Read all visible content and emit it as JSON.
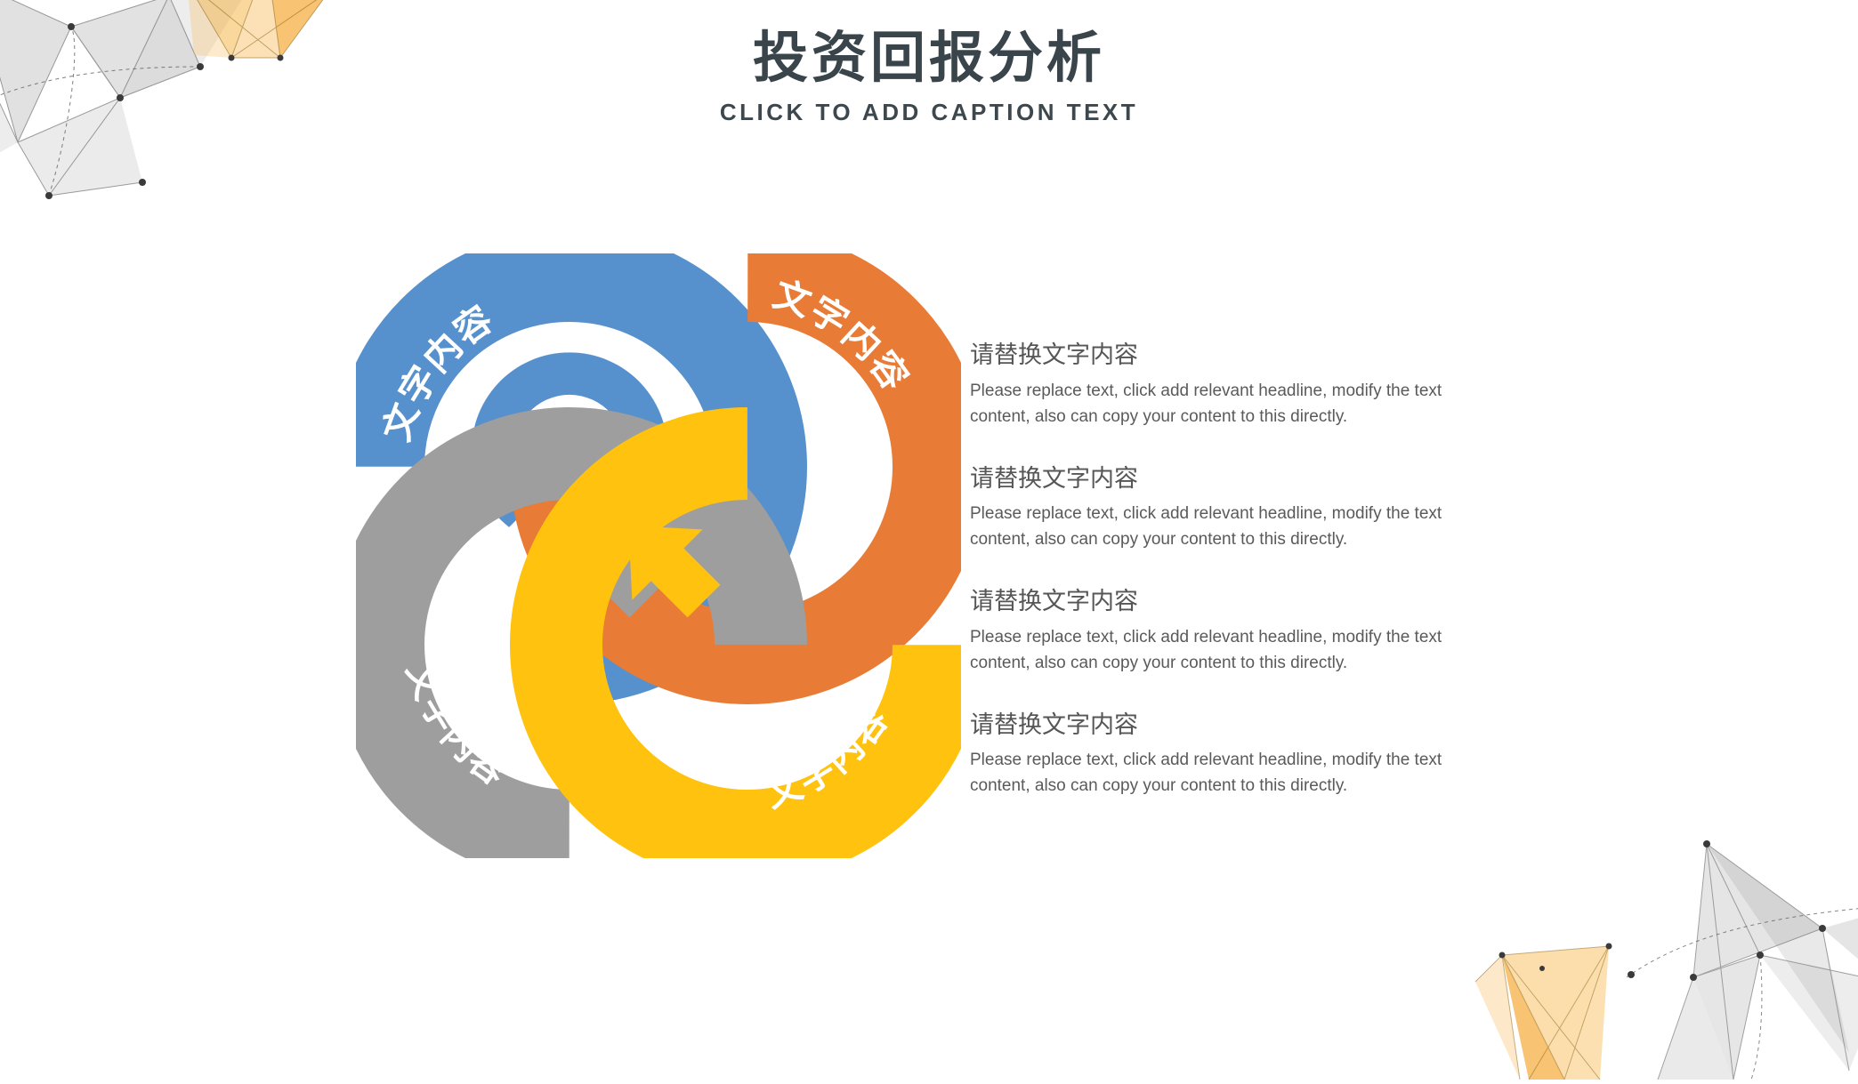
{
  "header": {
    "title": "投资回报分析",
    "subtitle": "CLICK TO ADD CAPTION TEXT"
  },
  "diagram": {
    "type": "four-segment-cycle",
    "center_note": "four arrows converge to center",
    "segments": [
      {
        "id": "blue",
        "position": "top-left",
        "label": "文字内容",
        "color": "#5691cd"
      },
      {
        "id": "orange",
        "position": "top-right",
        "label": "文字内容",
        "color": "#e87b35"
      },
      {
        "id": "gray",
        "position": "bottom-left",
        "label": "文字内容",
        "color": "#9e9e9e"
      },
      {
        "id": "yellow",
        "position": "bottom-right",
        "label": "文字内容",
        "color": "#ffc20e"
      }
    ]
  },
  "text_blocks": [
    {
      "heading": "请替换文字内容",
      "body": "Please replace text, click add relevant headline, modify the text content, also can copy your content to this directly."
    },
    {
      "heading": "请替换文字内容",
      "body": "Please replace text, click add relevant headline, modify the text content, also can copy your content to this directly."
    },
    {
      "heading": "请替换文字内容",
      "body": "Please replace text, click add relevant headline, modify the text content, also can copy your content to this directly."
    },
    {
      "heading": "请替换文字内容",
      "body": "Please replace text, click add relevant headline, modify the text content, also can copy your content to this directly."
    }
  ],
  "decorations": {
    "top_left": "low-poly-triangle-mesh",
    "bottom_right": "low-poly-triangle-mesh"
  },
  "colors": {
    "blue": "#5691cd",
    "orange": "#e87b35",
    "gray": "#9e9e9e",
    "yellow": "#ffc20e",
    "title": "#3a444b",
    "body_text": "#5a5a5a",
    "background": "#ffffff",
    "deco_gray": "#9a9a9a",
    "deco_orange": "#f5a623"
  }
}
